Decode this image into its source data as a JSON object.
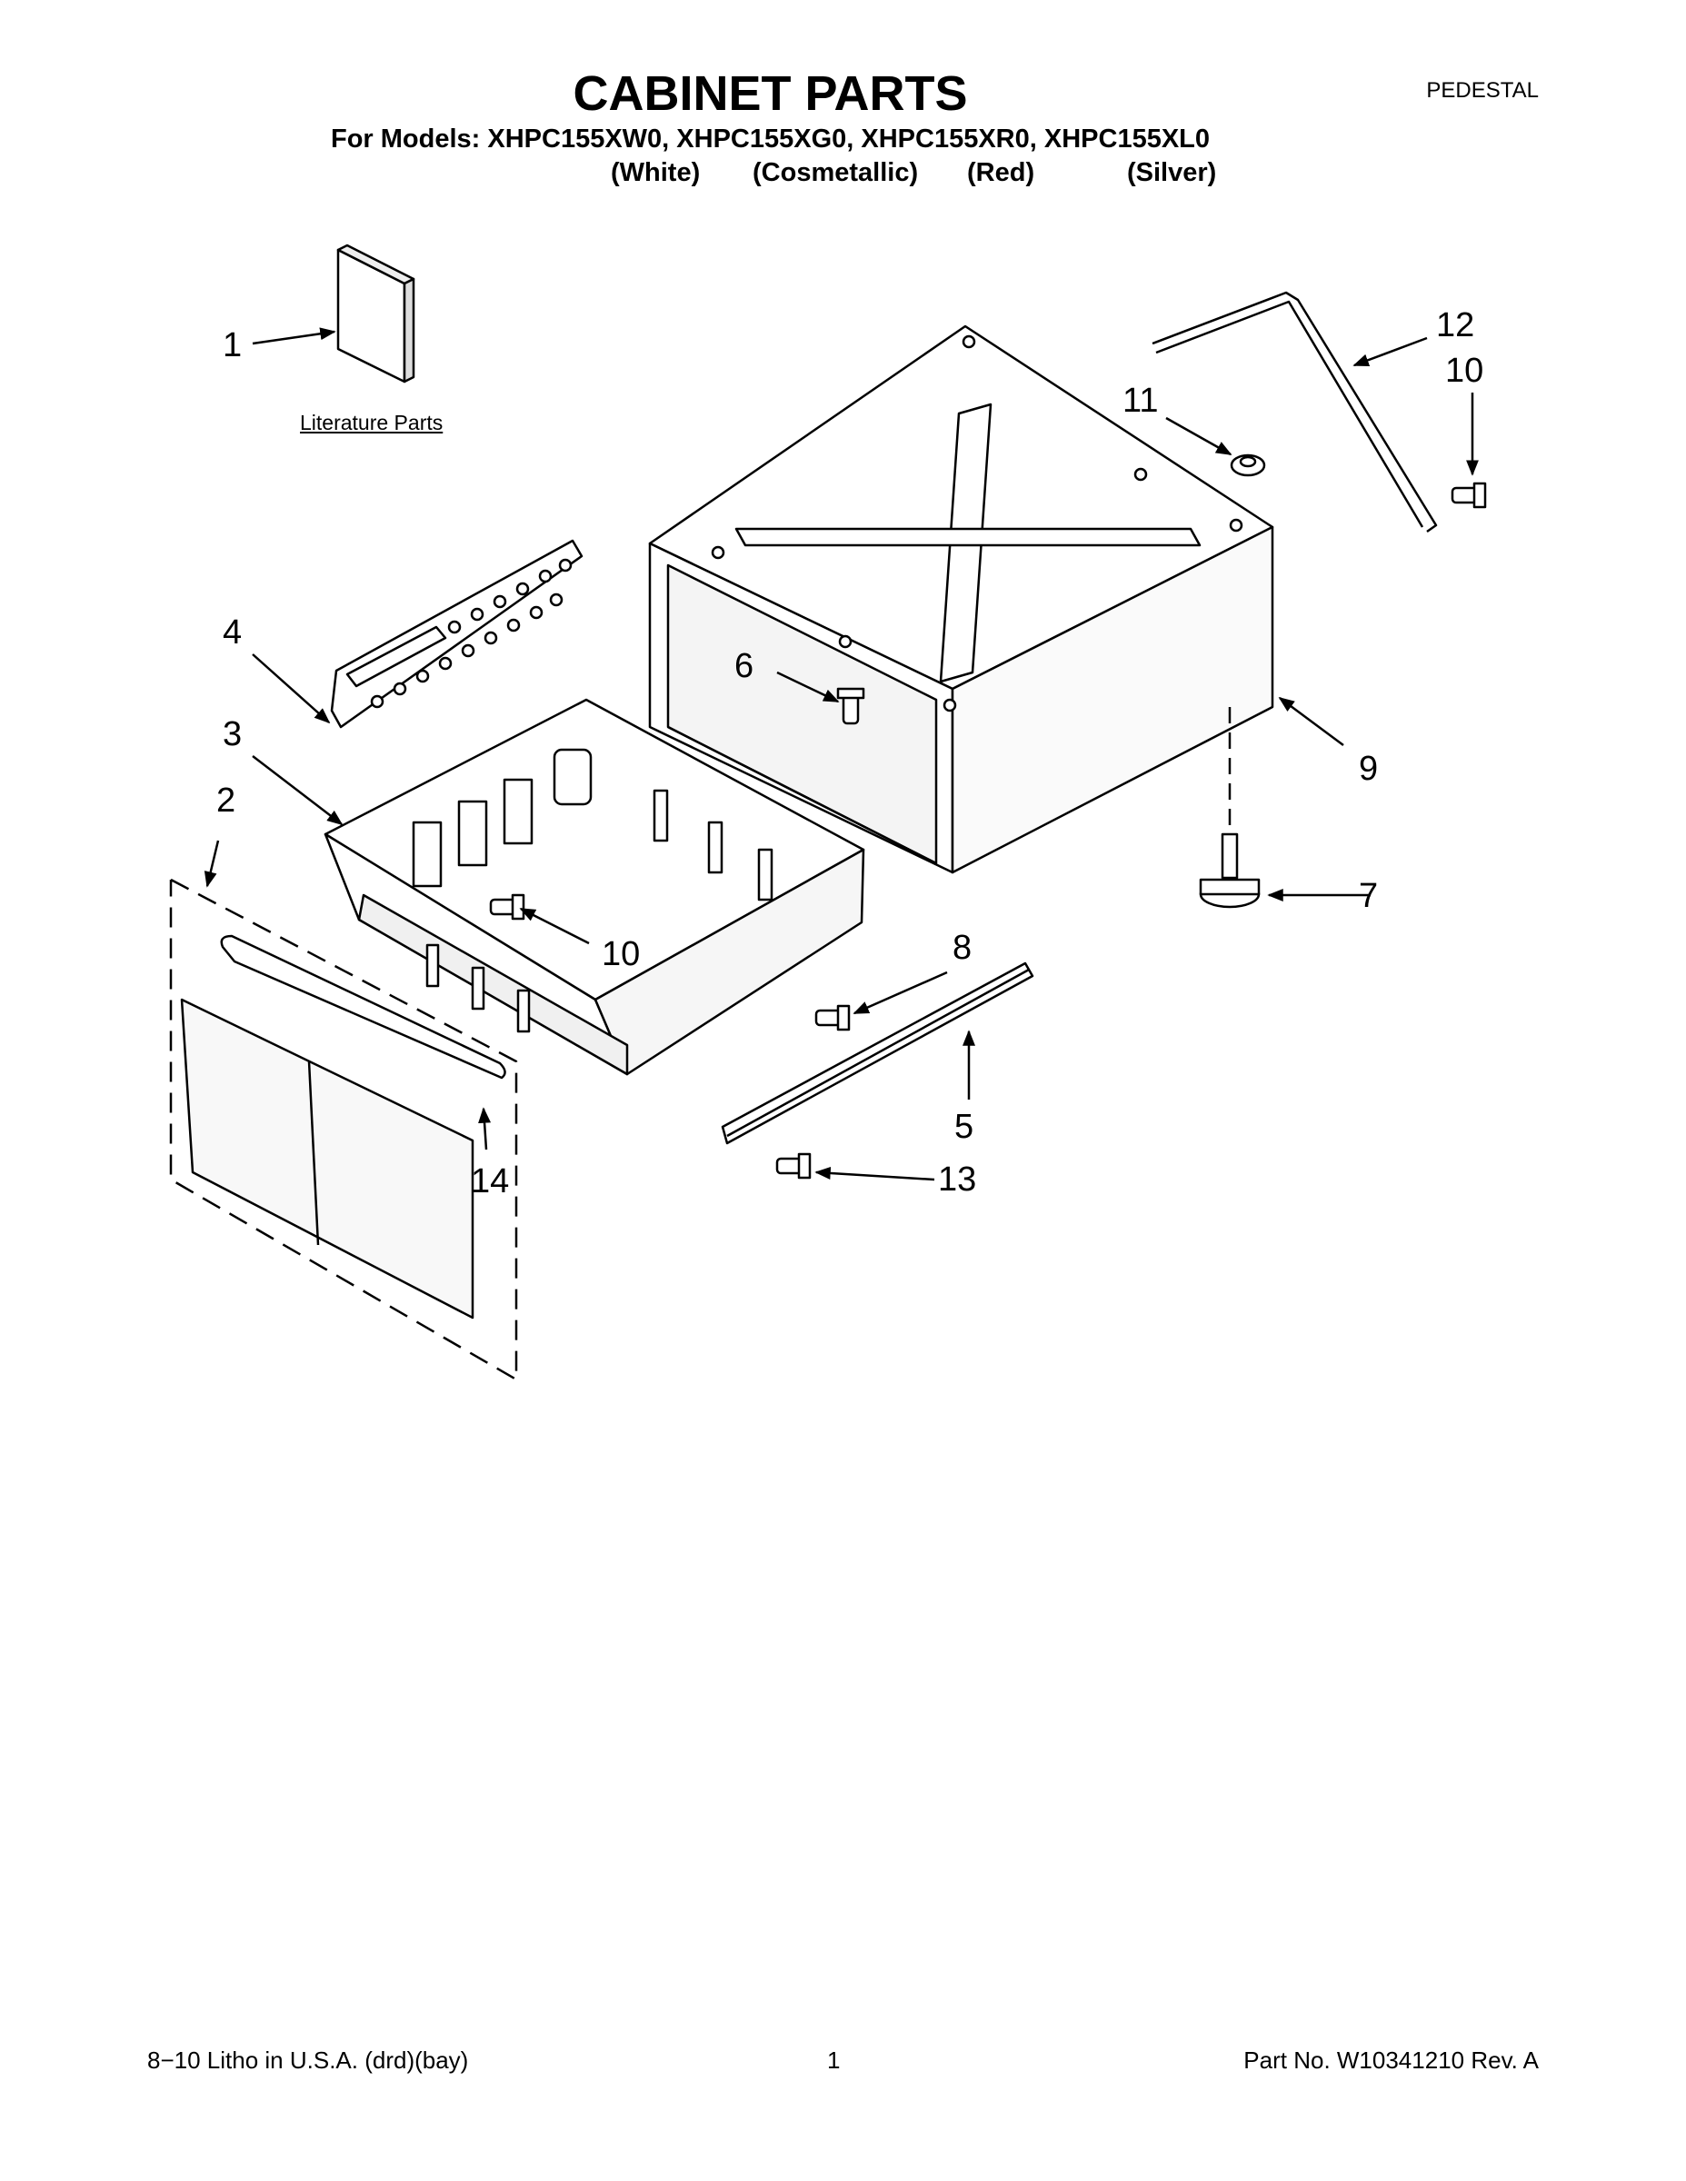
{
  "header": {
    "title": "CABINET PARTS",
    "category": "PEDESTAL",
    "models_line": "For Models: XHPC155XW0, XHPC155XG0, XHPC155XR0, XHPC155XL0",
    "colors": [
      "(White)",
      "(Cosmetallic)",
      "(Red)",
      "(Silver)"
    ]
  },
  "diagram": {
    "literature_label": "Literature Parts",
    "callouts": [
      "1",
      "12",
      "10",
      "11",
      "4",
      "6",
      "3",
      "2",
      "9",
      "7",
      "10",
      "8",
      "5",
      "13",
      "14"
    ]
  },
  "footer": {
    "left": "8−10 Litho in U.S.A. (drd)(bay)",
    "center": "1",
    "right": "Part No. W10341210 Rev. A"
  }
}
